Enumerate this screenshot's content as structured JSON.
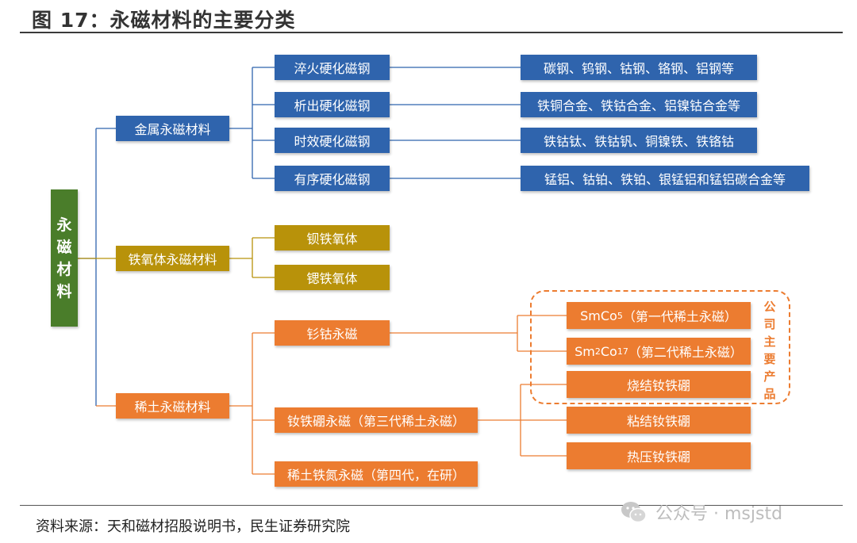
{
  "title": "图 17：永磁材料的主要分类",
  "source": "资料来源：天和磁材招股说明书，民生证券研究院",
  "watermark": "公众号 · msjstd",
  "colors": {
    "metal": "#2f64ad",
    "ferrite": "#b8920a",
    "rare_earth": "#ec7c30",
    "root": "#4a7d2a"
  },
  "root": {
    "chars": [
      "永",
      "磁",
      "材",
      "料"
    ]
  },
  "metal": {
    "label": "金属永磁材料",
    "items": [
      {
        "label": "淬火硬化磁钢",
        "detail": "碳钢、钨钢、钴钢、铬钢、铝钢等"
      },
      {
        "label": "析出硬化磁钢",
        "detail": "铁铜合金、铁钴合金、铝镍钴合金等"
      },
      {
        "label": "时效硬化磁钢",
        "detail": "铁钴钛、铁钴钒、铜镍铁、铁铬钴"
      },
      {
        "label": "有序硬化磁钢",
        "detail": "锰铝、钴铂、铁铂、银锰铝和锰铝碳合金等"
      }
    ]
  },
  "ferrite": {
    "label": "铁氧体永磁材料",
    "items": [
      "钡铁氧体",
      "锶铁氧体"
    ]
  },
  "rare_earth": {
    "label": "稀土永磁材料",
    "smco": {
      "label": "钐钴永磁",
      "children": [
        {
          "main": "SmCo",
          "sub": "5",
          "tail": "（第一代稀土永磁）"
        },
        {
          "pre": "Sm",
          "sub1": "2",
          "mid": "Co",
          "sub2": "17",
          "tail": "（第二代稀土永磁）"
        }
      ]
    },
    "ndfeb": {
      "label": "钕铁硼永磁（第三代稀土永磁）",
      "children": [
        "烧结钕铁硼",
        "粘结钕铁硼",
        "热压钕铁硼"
      ]
    },
    "nitride": {
      "label": "稀土铁氮永磁（第四代，在研）"
    },
    "company_products": [
      "公",
      "司",
      "主",
      "要",
      "产",
      "品"
    ]
  }
}
